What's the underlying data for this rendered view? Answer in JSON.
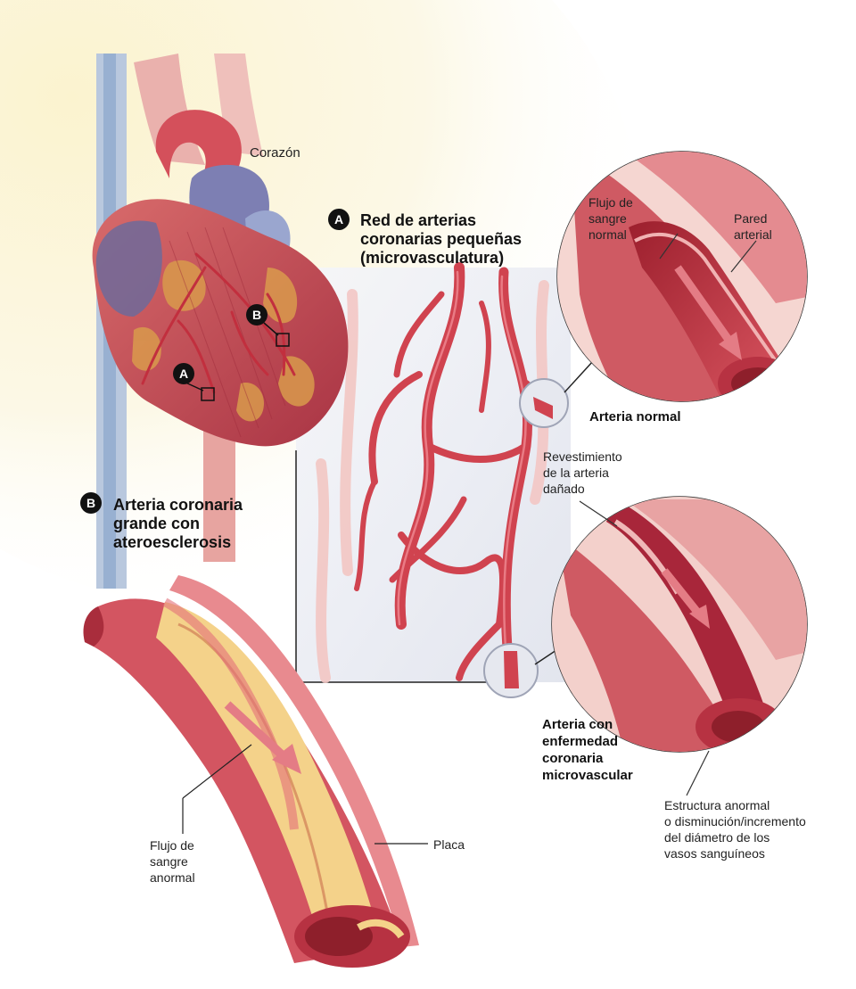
{
  "heart": {
    "label": "Corazón",
    "marker_a": "A",
    "marker_b": "B"
  },
  "section_a": {
    "marker": "A",
    "title": "Red de arterias\ncoronarias pequeñas\n(microvasculatura)"
  },
  "section_b": {
    "marker": "B",
    "title": "Arteria coronaria\ngrande con\nateroesclerosis"
  },
  "normal_artery": {
    "title": "Arteria normal",
    "flow_label": "Flujo de\nsangre\nnormal",
    "wall_label": "Pared\narterial"
  },
  "diseased_artery": {
    "title": "Arteria con\nenfermedad\ncoronaria\nmicrovascular",
    "lining_label": "Revestimiento\nde la arteria\ndañado",
    "structure_label": "Estructura anormal\no disminución/incremento\ndel diámetro de los\nvasos sanguíneos"
  },
  "large_artery": {
    "flow_label": "Flujo de\nsangre\nanormal",
    "plaque_label": "Placa"
  },
  "colors": {
    "artery": "#c8414e",
    "artery_dark": "#8e1f2b",
    "artery_light": "#e88a8f",
    "fat": "#d99a4c",
    "vein": "#6f86b8",
    "plaque": "#f2dc9a",
    "background_glow": "#fbf6de",
    "micro_panel": "#e7e9f1"
  }
}
